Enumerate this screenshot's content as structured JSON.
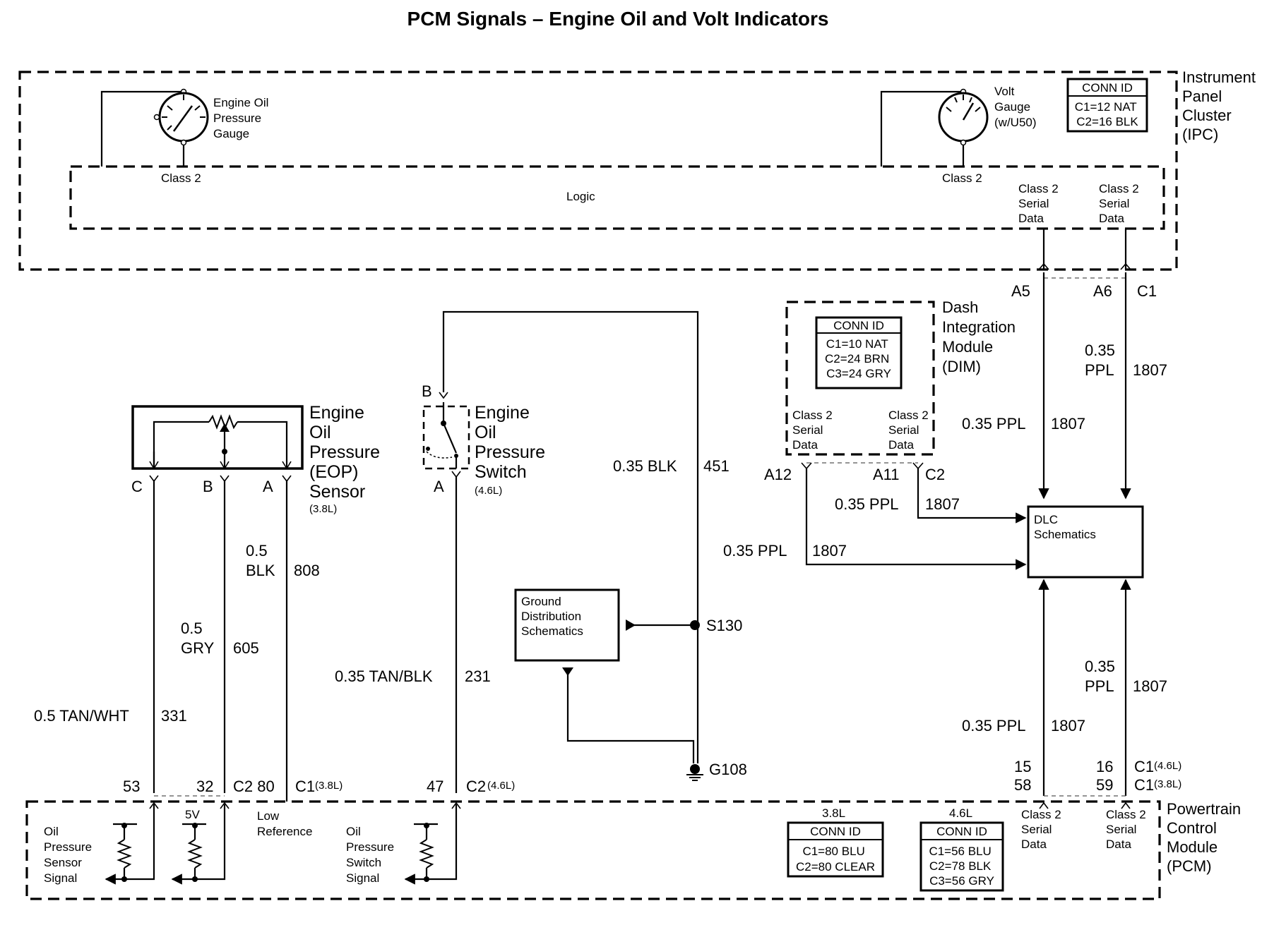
{
  "title": "PCM Signals – Engine Oil and Volt Indicators",
  "ipc": {
    "name_lines": [
      "Instrument",
      "Panel",
      "Cluster",
      "(IPC)"
    ],
    "oil_gauge_lines": [
      "Engine Oil",
      "Pressure",
      "Gauge"
    ],
    "volt_gauge_lines": [
      "Volt",
      "Gauge",
      "(w/U50)"
    ],
    "class2_left": "Class 2",
    "class2_right": "Class 2",
    "logic": "Logic",
    "serial_left_lines": [
      "Class 2",
      "Serial",
      "Data"
    ],
    "serial_right_lines": [
      "Class 2",
      "Serial",
      "Data"
    ],
    "conn": {
      "title": "CONN ID",
      "lines": [
        "C1=12 NAT",
        "C2=16 BLK"
      ]
    }
  },
  "connectors": {
    "a5": "A5",
    "a6": "A6",
    "c1": "C1",
    "a12": "A12",
    "a11": "A11",
    "c2": "C2",
    "eop_c": "C",
    "eop_b": "B",
    "eop_a": "A",
    "sw_b": "B",
    "sw_a": "A",
    "pcm_53": "53",
    "pcm_32": "32",
    "pcm_c2_80": "C2 80",
    "pcm_c1": "C1",
    "pcm_c1_note": "(3.8L)",
    "pcm_47": "47",
    "pcm_c2": "C2",
    "pcm_c2_note": "(4.6L)",
    "pcm_15": "15",
    "pcm_58": "58",
    "pcm_16": "16",
    "pcm_59": "59",
    "pcm_r_c1a": "C1",
    "pcm_r_c1a_note": "(4.6L)",
    "pcm_r_c1b": "C1",
    "pcm_r_c1b_note": "(3.8L)"
  },
  "dim": {
    "name_lines": [
      "Dash",
      "Integration",
      "Module",
      "(DIM)"
    ],
    "conn": {
      "title": "CONN ID",
      "lines": [
        "C1=10 NAT",
        "C2=24 BRN",
        "C3=24 GRY"
      ]
    },
    "serial_left_lines": [
      "Class 2",
      "Serial",
      "Data"
    ],
    "serial_right_lines": [
      "Class 2",
      "Serial",
      "Data"
    ]
  },
  "eop_sensor": {
    "name_lines": [
      "Engine",
      "Oil",
      "Pressure",
      "(EOP)",
      "Sensor"
    ],
    "note": "(3.8L)"
  },
  "oil_switch": {
    "name_lines": [
      "Engine",
      "Oil",
      "Pressure",
      "Switch"
    ],
    "note": "(4.6L)"
  },
  "wires": {
    "ppl_a5_size": "0.35",
    "ppl_a5_color": "PPL",
    "ppl_a5_circuit": "1807",
    "ppl_a6_size": "0.35",
    "ppl_a6_color": "PPL",
    "ppl_a6_circuit": "1807",
    "ppl_mid": "0.35 PPL",
    "ppl_mid_circuit": "1807",
    "ppl_a11": "0.35 PPL",
    "ppl_a11_circuit": "1807",
    "ppl_a12": "0.35 PPL",
    "ppl_a12_circuit": "1807",
    "blk451": "0.35 BLK",
    "blk451_circuit": "451",
    "blk808_size": "0.5",
    "blk808_color": "BLK",
    "blk808_circuit": "808",
    "gry605_size": "0.5",
    "gry605_color": "GRY",
    "gry605_circuit": "605",
    "tanblk": "0.35 TAN/BLK",
    "tanblk_circuit": "231",
    "tanwht": "0.5 TAN/WHT",
    "tanwht_circuit": "331",
    "ppl_lower_r_size": "0.35",
    "ppl_lower_r_color": "PPL",
    "ppl_lower_r_circuit": "1807",
    "ppl_lower_l": "0.35 PPL",
    "ppl_lower_l_circuit": "1807"
  },
  "dlc": {
    "lines": [
      "DLC",
      "Schematics"
    ]
  },
  "ground_dist": {
    "lines": [
      "Ground",
      "Distribution",
      "Schematics"
    ]
  },
  "splice": "S130",
  "ground": "G108",
  "pcm": {
    "name_lines": [
      "Powertrain",
      "Control",
      "Module",
      "(PCM)"
    ],
    "five_v": "5V",
    "low_ref_lines": [
      "Low",
      "Reference"
    ],
    "oil_sensor_signal_lines": [
      "Oil",
      "Pressure",
      "Sensor",
      "Signal"
    ],
    "oil_switch_signal_lines": [
      "Oil",
      "Pressure",
      "Switch",
      "Signal"
    ],
    "label_38": "3.8L",
    "label_46": "4.6L",
    "conn_38": {
      "title": "CONN ID",
      "lines": [
        "C1=80 BLU",
        "C2=80 CLEAR"
      ]
    },
    "conn_46": {
      "title": "CONN ID",
      "lines": [
        "C1=56 BLU",
        "C2=78 BLK",
        "C3=56 GRY"
      ]
    },
    "serial_left_lines": [
      "Class 2",
      "Serial",
      "Data"
    ],
    "serial_right_lines": [
      "Class 2",
      "Serial",
      "Data"
    ]
  }
}
